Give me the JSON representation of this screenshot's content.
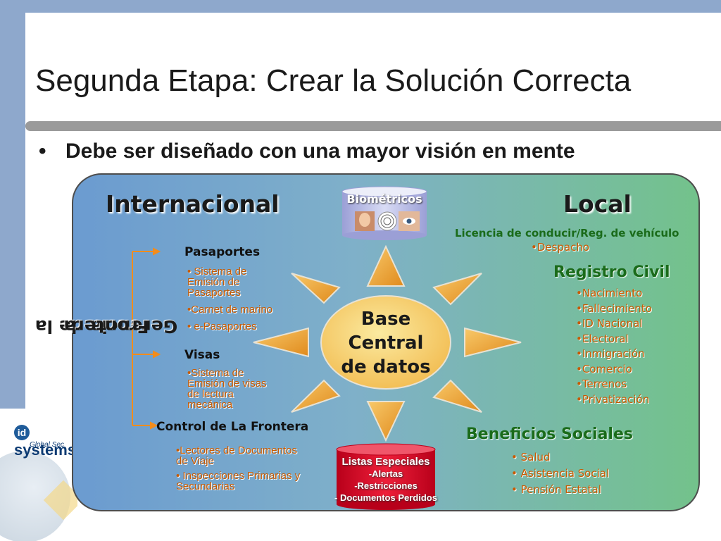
{
  "slide": {
    "title": "Segunda Etapa: Crear la Solución Correcta",
    "bullet_mark": "•",
    "bullet": "Debe ser diseñado con una mayor visión en mente"
  },
  "logo": {
    "name": "systems",
    "sub": "Global Sec"
  },
  "diagram": {
    "internacional": "Internacional",
    "local": "Local",
    "gerencia_line1": "Gerencia de la",
    "gerencia_line2": "Frontera",
    "center": {
      "l1": "Base",
      "l2": "Central",
      "l3": "de datos"
    },
    "biometricos": "Biométricos",
    "pasaportes": {
      "heading": "Pasaportes",
      "i1a": "• Sistema de",
      "i1b": "Emisión de",
      "i1c": "Pasaportes",
      "i2": "•Carnet de marino",
      "i3": "• e-Pasaportes"
    },
    "visas": {
      "heading": "Visas",
      "i1a": "•Sistema de",
      "i1b": "Emisión de visas",
      "i1c": "de lectura",
      "i1d": "mecánica"
    },
    "control": {
      "heading": "Control de La Frontera",
      "i1a": "•Lectores de Documentos",
      "i1b": "de Viaje",
      "i2a": "• Inspecciones Primarias y",
      "i2b": "Secundarias"
    },
    "listas": {
      "title": "Listas Especiales",
      "i1": "-Alertas",
      "i2": "-Restricciones",
      "i3": "- Documentos Perdidos"
    },
    "licencia": "Licencia de conducir/Reg. de vehículo",
    "despacho": "•Despacho",
    "registro": {
      "heading": "Registro Civil",
      "items": [
        "•Nacimiento",
        "•Fallecimiento",
        "•ID Nacional",
        "•Electoral",
        "•Inmigración",
        "•Comercio",
        "•Terrenos",
        "•Privatización"
      ]
    },
    "beneficios": {
      "heading": "Beneficios Sociales",
      "items": [
        "• Salud",
        "• Asistencia Social",
        "• Pensión Estatal"
      ]
    }
  },
  "colors": {
    "accent": "#f2a33a",
    "green_text": "#1a6b1a",
    "orange_text": "#c85a00",
    "slide_blue": "#8ea8cc"
  }
}
